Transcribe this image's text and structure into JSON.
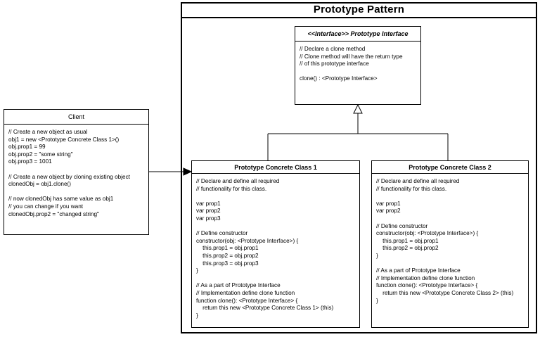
{
  "diagram": {
    "title": "Prototype Pattern",
    "type": "UML class diagram"
  },
  "interface": {
    "name": "<<Interface>> Prototype Interface",
    "stereotype": "<<Interface>>",
    "label": "Prototype Interface",
    "body": "// Declare a clone method\n// Clone method will have the return type\n// of this prototype interface\n\nclone() : <Prototype Interface>"
  },
  "client": {
    "name": "Client",
    "body": "// Create a new object as usual\nobj1 = new <Prototype Concrete Class 1>()\nobj.prop1 = 99\nobj.prop2 = \"some string\"\nobj.prop3 = 1001\n\n// Create a new object by cloning existing object\nclonedObj = obj1.clone()\n\n// now clonedObj has same value as obj1\n// you can change if you want\nclonedObj.prop2 = \"changed string\""
  },
  "concrete_class_1": {
    "name": "Prototype Concrete Class 1",
    "body": "// Declare and define all required\n// functionality for this class.\n\nvar prop1\nvar prop2\nvar prop3\n\n// Define constructor\nconstructor(obj: <Prototype Interface>) {\n    this.prop1 = obj.prop1\n    this.prop2 = obj.prop2\n    this.prop3 = obj.prop3\n}\n\n// As a part of Prototype Interface\n// Implementation define clone function\nfunction clone(): <Prototype Interface> {\n    return this new <Prototype Concrete Class 1> (this)\n}"
  },
  "concrete_class_2": {
    "name": "Prototype Concrete Class 2",
    "body": "// Declare and define all required\n// functionality for this class.\n\nvar prop1\nvar prop2\n\n// Define constructor\nconstructor(obj: <Prototype Interface>) {\n    this.prop1 = obj.prop1\n    this.prop2 = obj.prop2\n}\n\n// As a part of Prototype Interface\n// Implementation define clone function\nfunction clone(): <Prototype Interface> {\n    return this new <Prototype Concrete Class 2> (this)\n}"
  },
  "connectors": {
    "inheritance": {
      "kind": "generalization",
      "marker": "hollow-triangle",
      "from": [
        "Prototype Concrete Class 1",
        "Prototype Concrete Class 2"
      ],
      "to": "Prototype Interface"
    },
    "association": {
      "kind": "directed-association",
      "marker": "filled-arrow",
      "from": "Client",
      "to": "Prototype Concrete Class 1"
    }
  },
  "colors": {
    "line": "#000000",
    "background": "#ffffff",
    "text": "#000000"
  }
}
